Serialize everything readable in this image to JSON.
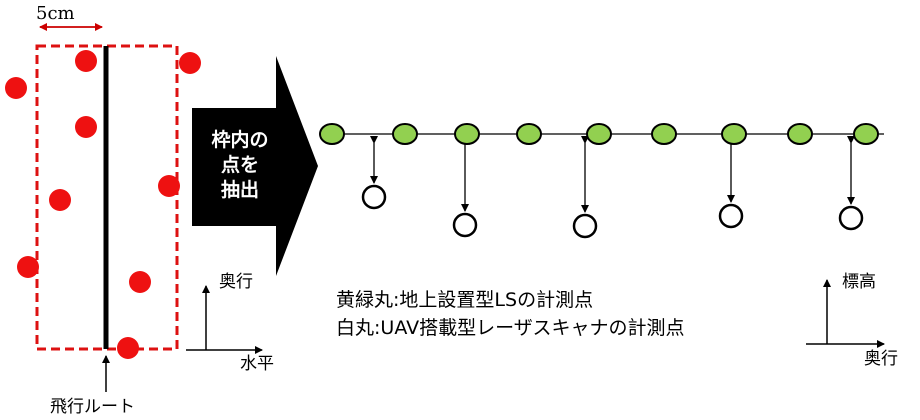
{
  "scale_label": "5cm",
  "flight_route_label": "飛行ルート",
  "big_arrow_lines": [
    "枠内の",
    "点を",
    "抽出"
  ],
  "left_axes": {
    "vertical": "奥行",
    "horizontal": "水平"
  },
  "right_axes": {
    "vertical": "標高",
    "horizontal": "奥行"
  },
  "legend": [
    {
      "label": "黄緑丸",
      "separator": ":",
      "text": "地上設置型LSの計測点"
    },
    {
      "label": "白丸",
      "separator": ":",
      "text": "UAV搭載型レーザスキャナの計測点"
    }
  ],
  "colors": {
    "red_point": "#ee1111",
    "frame_dash": "#dd1111",
    "green_point": "#92d050",
    "white_point": "#ffffff",
    "arrow_fill": "#000000",
    "stroke": "#000000"
  }
}
